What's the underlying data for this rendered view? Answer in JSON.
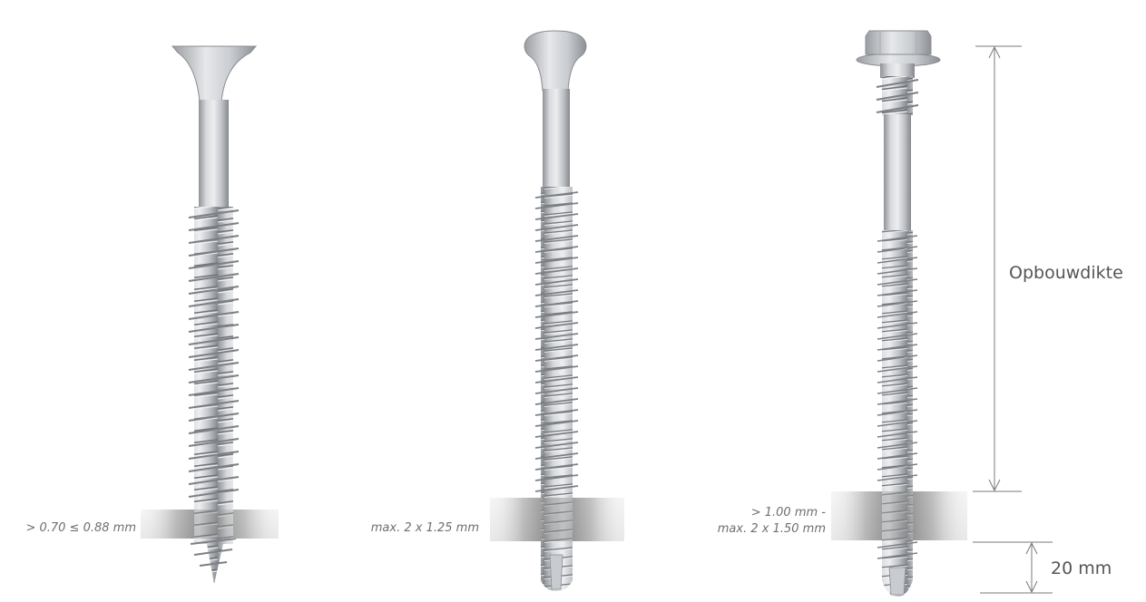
{
  "screws": [
    {
      "name": "countersunk-drywall-screw",
      "thickness_label": "> 0.70 ≤ 0.88 mm"
    },
    {
      "name": "pan-head-drill-screw",
      "thickness_label": "max. 2 x 1.25 mm"
    },
    {
      "name": "hex-head-drill-screw",
      "thickness_label_line1": "> 1.00 mm -",
      "thickness_label_line2": "max. 2 x 1.50 mm"
    }
  ],
  "dimensions": {
    "build_up_label": "Opbouwdikte",
    "tip_label": "20 mm"
  },
  "colors": {
    "metal_light": "#e4e6e9",
    "metal_mid": "#b9bcc1",
    "metal_dark": "#8a8d92",
    "plate_dark": "#8c8c8c",
    "label_text": "#6e6e6e",
    "dim_line": "#7a7a7a"
  }
}
